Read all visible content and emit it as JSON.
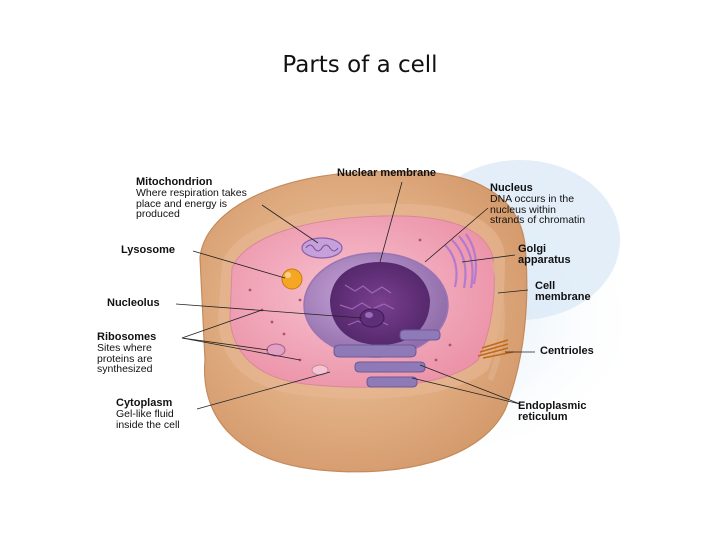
{
  "title": "Parts of a cell",
  "labels": {
    "mitochondrion": {
      "name": "Mitochondrion",
      "desc": [
        "Where respiration takes",
        "place and energy is",
        "produced"
      ]
    },
    "nuclear_membrane": {
      "name": "Nuclear membrane"
    },
    "nucleus": {
      "name": "Nucleus",
      "desc": [
        "DNA occurs in the",
        "nucleus within",
        "strands of chromatin"
      ]
    },
    "lysosome": {
      "name": "Lysosome"
    },
    "golgi": {
      "name": [
        "Golgi",
        "apparatus"
      ]
    },
    "cell_membrane": {
      "name": [
        "Cell",
        "membrane"
      ]
    },
    "nucleolus": {
      "name": "Nucleolus"
    },
    "ribosomes": {
      "name": "Ribosomes",
      "desc": [
        "Sites where",
        "proteins are",
        "synthesized"
      ]
    },
    "centrioles": {
      "name": "Centrioles"
    },
    "cytoplasm": {
      "name": "Cytoplasm",
      "desc": [
        "Gel-like fluid",
        "inside the cell"
      ]
    },
    "endoplasmic_reticulum": {
      "name": [
        "Endoplasmic",
        "reticulum"
      ]
    }
  },
  "colors": {
    "outer_cell": "#e4b48a",
    "cytoplasm": "#f2a9bb",
    "nucleus": "#8d5aa0",
    "nucleolus": "#6a3a80",
    "mitochondrion": "#c39bd6",
    "lysosome": "#f0a020",
    "background_glow": "#cde0f0"
  }
}
